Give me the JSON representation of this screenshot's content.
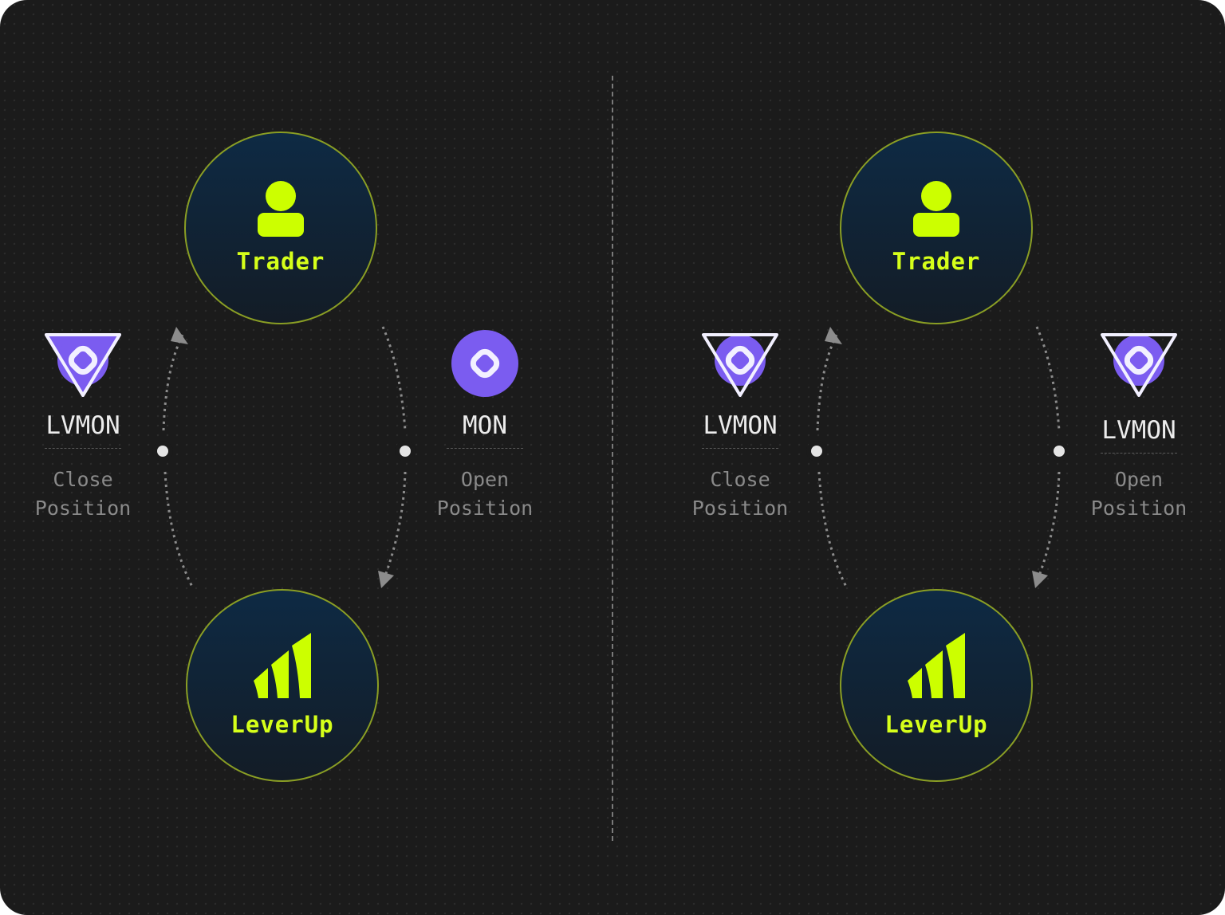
{
  "colors": {
    "accent": "#ccff00",
    "token_purple": "#7b5cf0",
    "node_border": "#8a9e24",
    "background": "#1b1b1b"
  },
  "left": {
    "trader": {
      "label": "Trader",
      "icon": "user-icon"
    },
    "leverup": {
      "label": "LeverUp",
      "icon": "bars-icon"
    },
    "close_token": {
      "name": "LVMON",
      "icon": "lvmon-icon"
    },
    "close_caption": [
      "Close",
      "Position"
    ],
    "open_token": {
      "name": "MON",
      "icon": "mon-icon"
    },
    "open_caption": [
      "Open",
      "Position"
    ]
  },
  "right": {
    "trader": {
      "label": "Trader",
      "icon": "user-icon"
    },
    "leverup": {
      "label": "LeverUp",
      "icon": "bars-icon"
    },
    "close_token": {
      "name": "LVMON",
      "icon": "lvmon-icon"
    },
    "close_caption": [
      "Close",
      "Position"
    ],
    "open_token": {
      "name": "LVMON",
      "icon": "lvmon-icon"
    },
    "open_caption": [
      "Open",
      "Position"
    ]
  }
}
